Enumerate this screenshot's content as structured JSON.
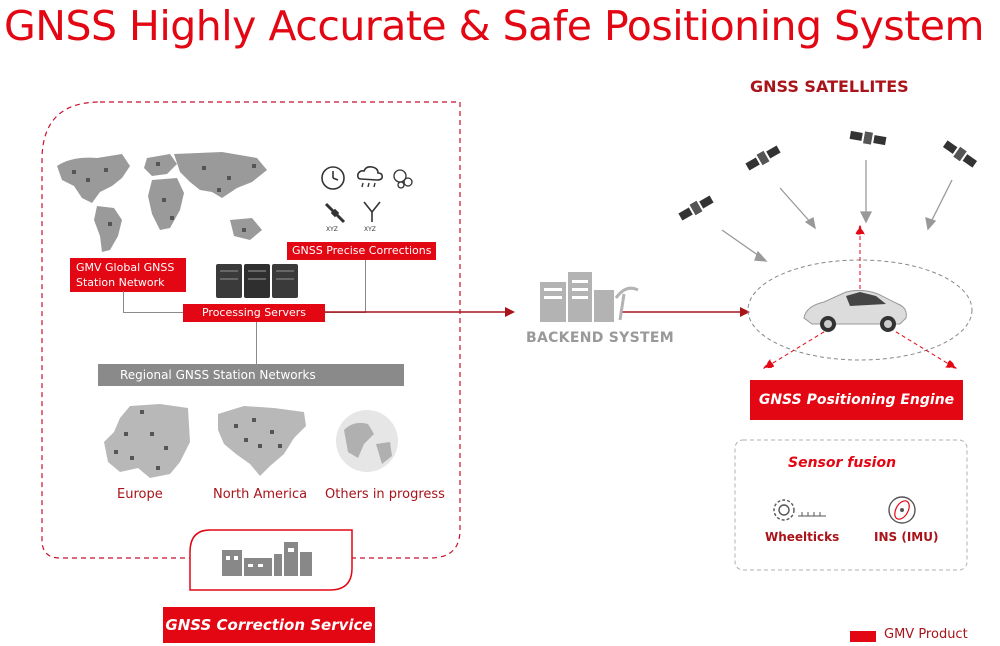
{
  "title": "GNSS Highly Accurate & Safe Positioning System",
  "labels": {
    "gnss_satellites": "GNSS SATELLITES",
    "gmv_global": "GMV Global GNSS Station Network",
    "precise_corrections": "GNSS Precise Corrections",
    "processing_servers": "Processing Servers",
    "regional_networks": "Regional GNSS Station Networks",
    "europe": "Europe",
    "north_america": "North America",
    "others": "Others in progress",
    "backend": "BACKEND SYSTEM",
    "positioning_engine": "GNSS Positioning Engine",
    "sensor_fusion": "Sensor fusion",
    "wheelticks": "Wheelticks",
    "ins_imu": "INS (IMU)",
    "correction_service": "GNSS Correction Service",
    "legend": "GMV Product",
    "xyz_1": "XYZ",
    "xyz_2": "XYZ"
  },
  "colors": {
    "brand_red": "#e30613",
    "dark_red": "#a8141a",
    "gray": "#8a8a8a"
  },
  "icons": [
    "clock-icon",
    "weather-icon",
    "ionosphere-icon",
    "satellite-icon",
    "antenna-icon",
    "server-icon",
    "building-icon",
    "car-icon",
    "gear-icon",
    "imu-icon"
  ]
}
